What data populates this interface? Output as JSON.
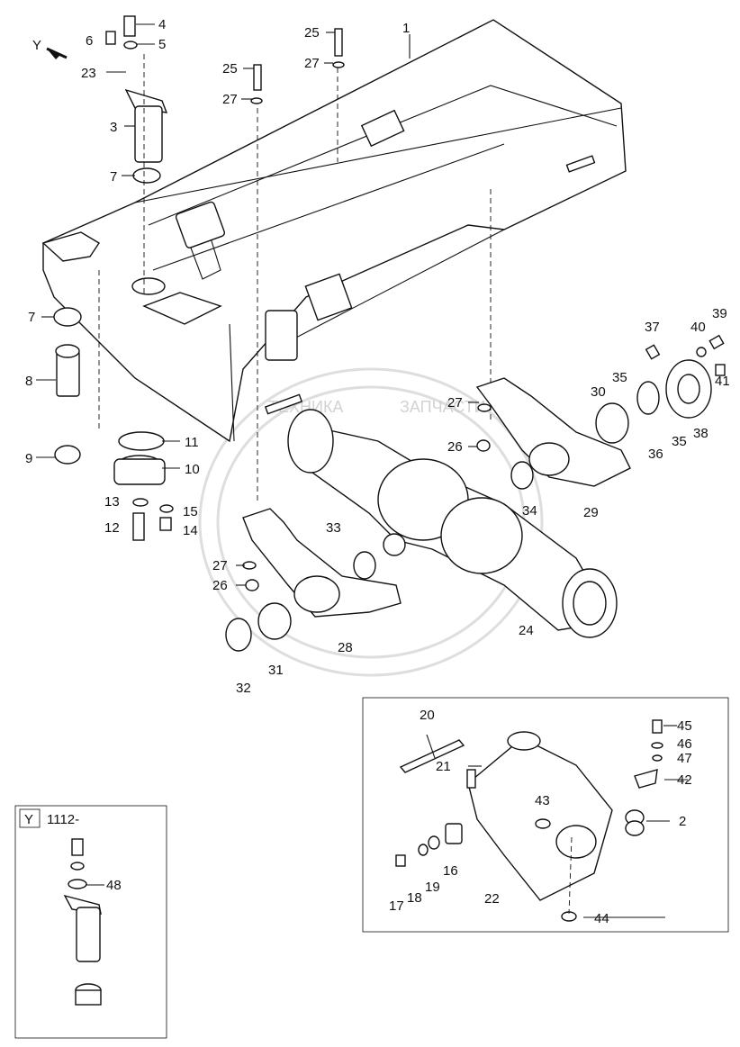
{
  "view_marker": "Y",
  "inset": {
    "marker": "Y",
    "serial_label": "1112-",
    "labels": [
      "48"
    ]
  },
  "watermark": {
    "text_left": "ТЕХНИКА",
    "text_right": "ЗАПЧАСТИ"
  },
  "callouts": {
    "c1": "1",
    "c2": "2",
    "c3": "3",
    "c4": "4",
    "c5": "5",
    "c6": "6",
    "c7a": "7",
    "c7b": "7",
    "c8": "8",
    "c9": "9",
    "c10": "10",
    "c11": "11",
    "c12": "12",
    "c13": "13",
    "c14": "14",
    "c15": "15",
    "c16": "16",
    "c17": "17",
    "c18": "18",
    "c19": "19",
    "c20": "20",
    "c21": "21",
    "c22": "22",
    "c23": "23",
    "c24": "24",
    "c25a": "25",
    "c25b": "25",
    "c26a": "26",
    "c26b": "26",
    "c27a": "27",
    "c27b": "27",
    "c27c": "27",
    "c27d": "27",
    "c28": "28",
    "c29": "29",
    "c30": "30",
    "c31": "31",
    "c32": "32",
    "c33": "33",
    "c34": "34",
    "c35a": "35",
    "c35b": "35",
    "c36": "36",
    "c37": "37",
    "c38": "38",
    "c39": "39",
    "c40": "40",
    "c41": "41",
    "c42": "42",
    "c43": "43",
    "c44": "44",
    "c45": "45",
    "c46": "46",
    "c47": "47"
  }
}
